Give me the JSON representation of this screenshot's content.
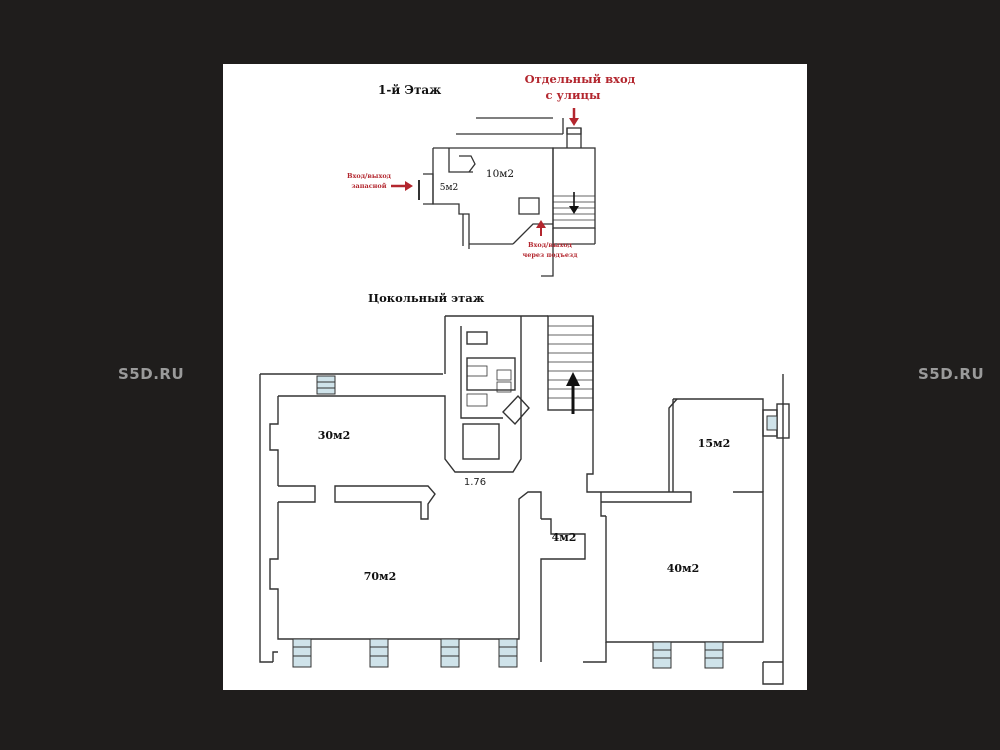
{
  "watermark": "S5D.RU",
  "first_floor": {
    "title": "1-й Этаж",
    "entrance_street_line1": "Отдельный вход",
    "entrance_street_line2": "с улицы",
    "emergency_line1": "Вход/выход",
    "emergency_line2": "запасной",
    "entrance_porch_line1": "Вход/выход",
    "entrance_porch_line2": "через подъезд",
    "room_small": "5м2",
    "room_main": "10м2"
  },
  "basement": {
    "title": "Цокольный этаж",
    "room_30": "30м2",
    "room_70": "70м2",
    "room_15": "15м2",
    "room_40": "40м2",
    "room_4": "4м2",
    "dimension": "1.76"
  },
  "colors": {
    "background": "#1f1d1c",
    "sheet": "#ffffff",
    "wall": "#333333",
    "accent_red": "#b3262e",
    "window_fill": "#cfe3ea"
  }
}
